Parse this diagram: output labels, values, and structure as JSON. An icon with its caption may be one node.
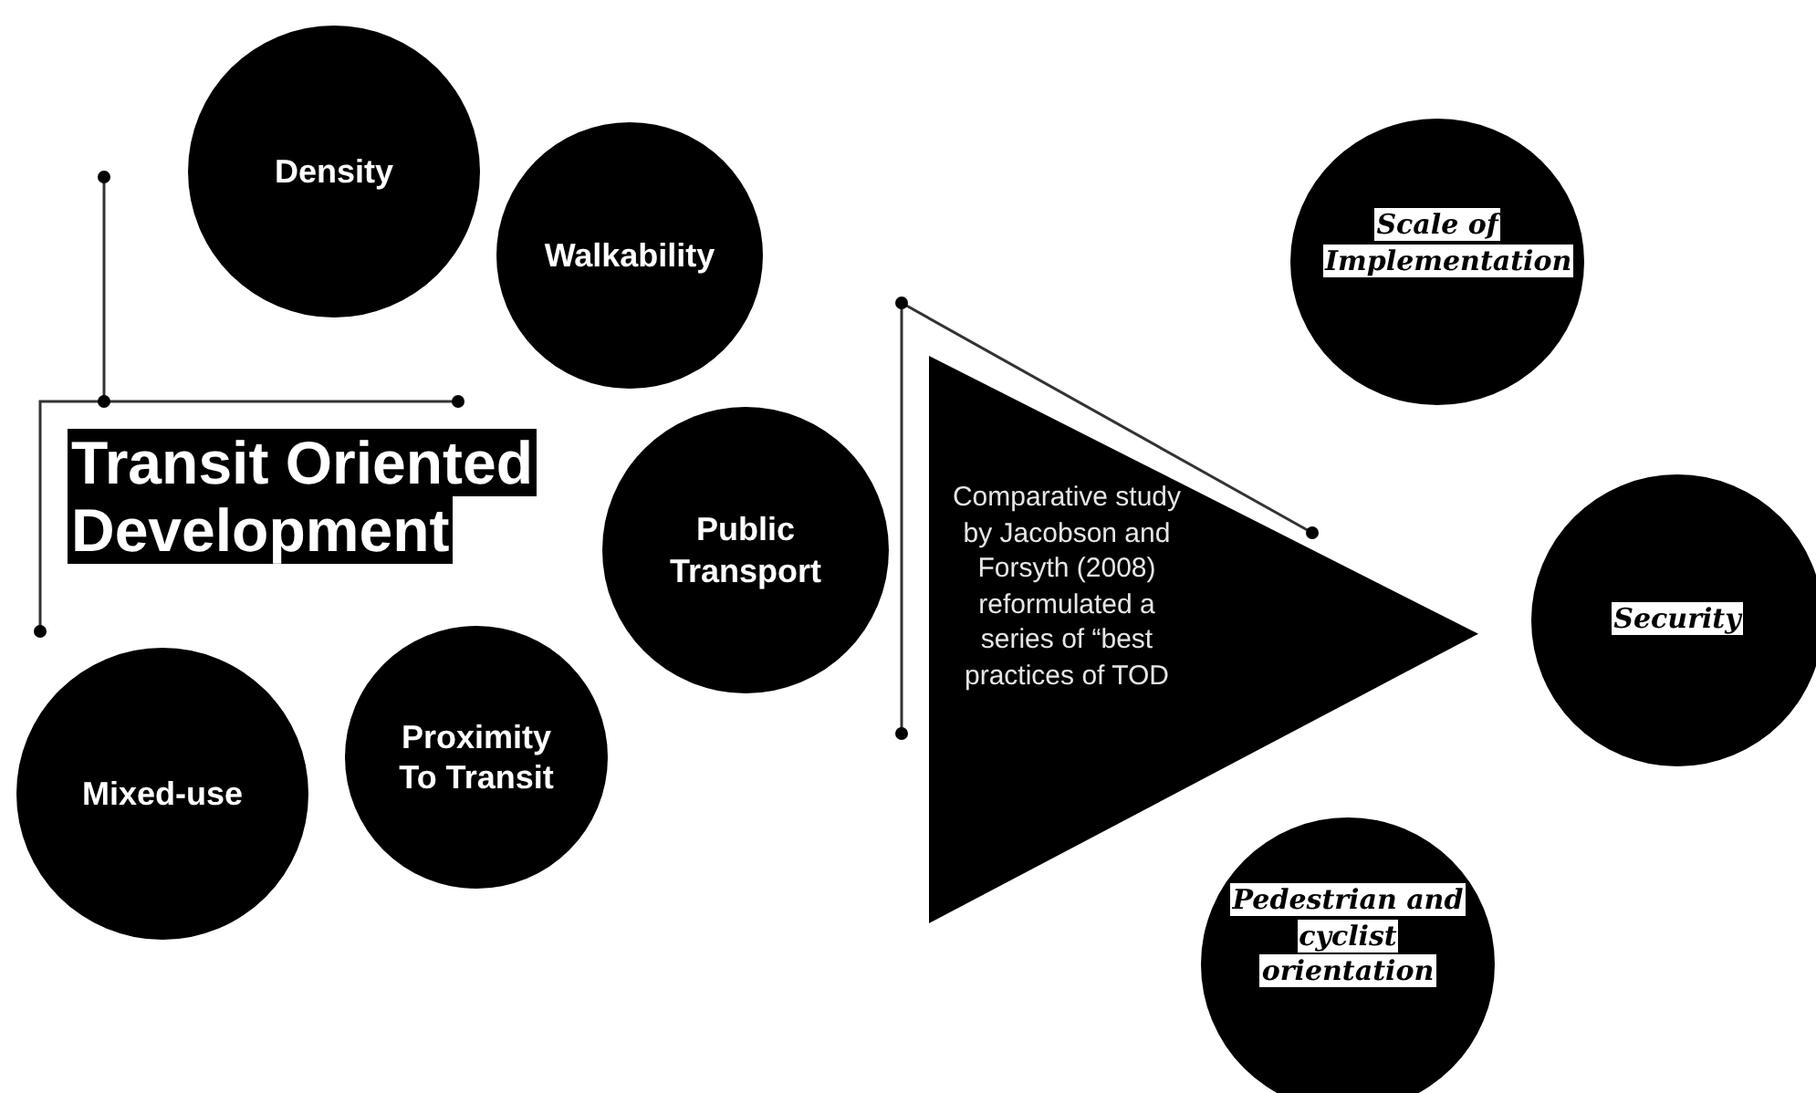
{
  "diagram": {
    "nodes": [
      {
        "text": [
          "Transit Oriented Development"
        ]
      },
      {
        "text": [
          "Density"
        ]
      },
      {
        "text": [
          "Walkability"
        ]
      },
      {
        "text": [
          "Public Transport"
        ]
      },
      {
        "text": [
          "Mixed-use"
        ]
      },
      {
        "text": [
          "Proximity To Transit"
        ]
      },
      {
        "text": [
          "Comparative study by Jacobson and Forsyth (2008) reformulated a series of “best practices of TOD"
        ]
      },
      {
        "text": [
          "Scale of Implementation"
        ]
      },
      {
        "text": [
          "Security"
        ]
      },
      {
        "text": [
          "Pedestrian and cyclist orientation"
        ]
      }
    ]
  }
}
